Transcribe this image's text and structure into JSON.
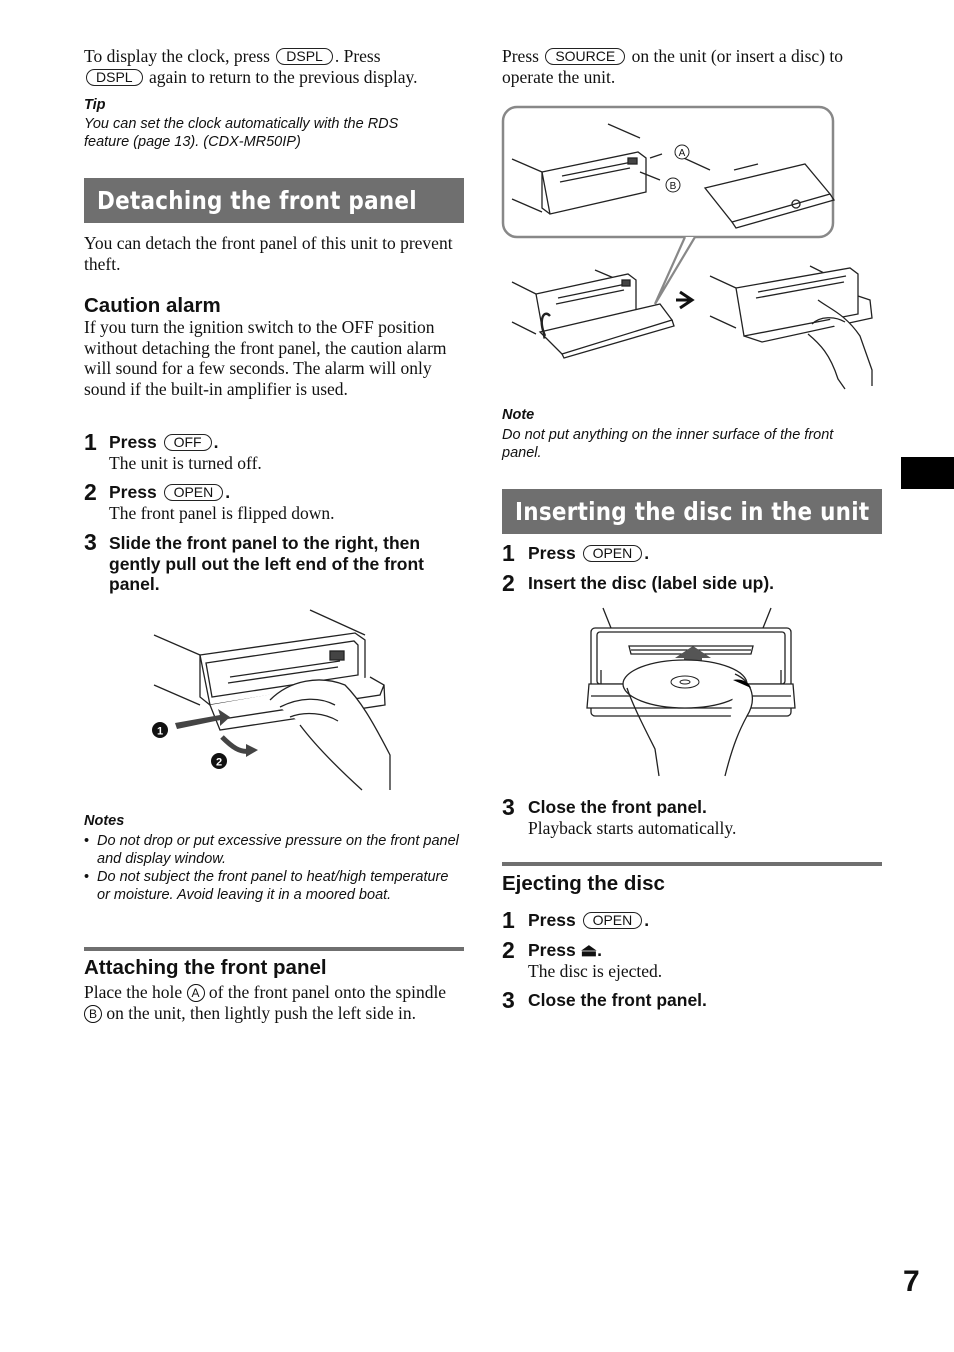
{
  "intro": {
    "line1_a": "To display the clock, press",
    "key_dspl": "DSPL",
    "line1_b": ". Press",
    "line2_b": "again to return to the previous display."
  },
  "tip": {
    "label": "Tip",
    "text": "You can set the clock automatically with the RDS feature (page 13). (CDX-MR50IP)"
  },
  "detaching": {
    "heading": "Detaching the front panel",
    "body": "You can detach the front panel of this unit to prevent theft.",
    "caution_heading": "Caution alarm",
    "caution_body": "If you turn the ignition switch to the OFF position without detaching the front panel, the caution alarm will sound for a few seconds. The alarm will only sound if the built-in amplifier is used.",
    "steps": [
      {
        "num": "1",
        "text": "Press",
        "key": "OFF",
        "sub": "The unit is turned off."
      },
      {
        "num": "2",
        "text": "Press",
        "key": "OPEN",
        "sub": "The front panel is flipped down."
      },
      {
        "num": "3",
        "text": "Slide the front panel to the right, then gently pull out the left end of the front panel."
      }
    ],
    "callouts": [
      "1",
      "2"
    ],
    "notes_label": "Notes",
    "notes": [
      "Do not drop or put excessive pressure on the front panel and display window.",
      "Do not subject the front panel to heat/high temperature or moisture. Avoid leaving it in a moored boat."
    ]
  },
  "attaching": {
    "heading": "Attaching the front panel",
    "t1": "Place the hole",
    "a": "A",
    "t2": "of the front panel onto the spindle",
    "b": "B",
    "t3": "on the unit, then lightly push the left side in."
  },
  "right_intro": {
    "t1": "Press",
    "key": "SOURCE",
    "t2": "on the unit (or insert a disc) to operate the unit."
  },
  "figure1": {
    "label_a": "A",
    "label_b": "B"
  },
  "note": {
    "label": "Note",
    "text": "Do not put anything on the inner surface of the front panel."
  },
  "inserting": {
    "heading": "Inserting the disc in the unit",
    "steps": [
      {
        "num": "1",
        "text": "Press",
        "key": "OPEN"
      },
      {
        "num": "2",
        "text": "Insert the disc (label side up)."
      },
      {
        "num": "3",
        "text": "Close the front panel.",
        "sub": "Playback starts automatically."
      }
    ]
  },
  "ejecting": {
    "heading": "Ejecting the disc",
    "steps": [
      {
        "num": "1",
        "text": "Press",
        "key": "OPEN"
      },
      {
        "num": "2",
        "text": "Press",
        "symbol": "⏏",
        "sub": "The disc is ejected."
      },
      {
        "num": "3",
        "text": "Close the front panel."
      }
    ]
  },
  "page_number": "7"
}
